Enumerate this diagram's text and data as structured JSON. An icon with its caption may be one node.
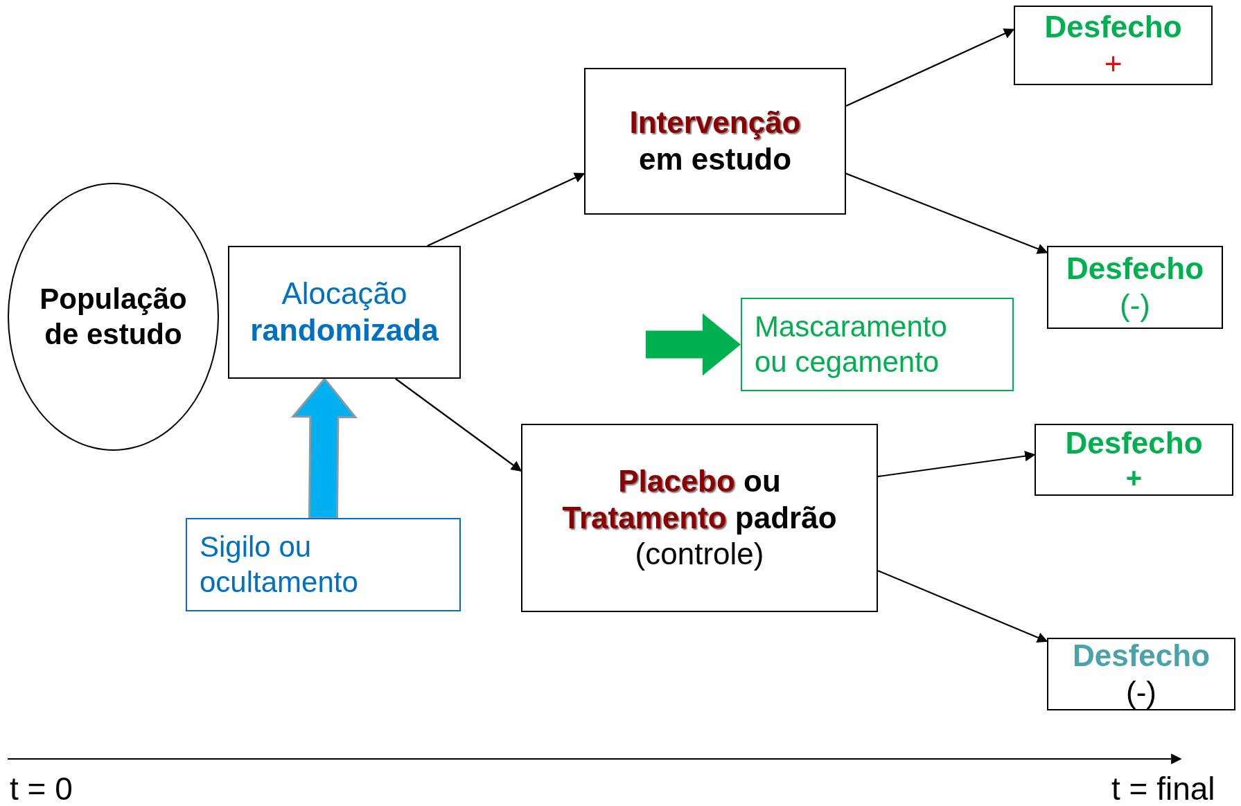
{
  "diagram": {
    "nodes": [
      {
        "text": [
          "População de estudo"
        ]
      },
      {
        "text": [
          "Alocação",
          "randomizada"
        ]
      },
      {
        "text": [
          "**Intervenção** em estudo"
        ]
      },
      {
        "text": [
          "**Placebo** ou **Tratamento** padrão",
          "(controle)"
        ]
      },
      {
        "text": [
          "Desfecho",
          "+"
        ]
      },
      {
        "text": [
          "Desfecho",
          "(-)"
        ]
      },
      {
        "text": [
          "Mascaramento ou cegamento"
        ]
      },
      {
        "text": [
          "Desfecho",
          "+"
        ]
      },
      {
        "text": [
          "Sigilo ou ocultamento"
        ]
      },
      {
        "text": [
          "Desfecho",
          "(-)"
        ]
      }
    ],
    "edges": [
      {
        "from": 1,
        "to": 2,
        "arrow": "to"
      },
      {
        "from": 1,
        "to": 3,
        "arrow": "to"
      },
      {
        "from": 2,
        "to": 4,
        "arrow": "to"
      },
      {
        "from": 2,
        "to": 5,
        "arrow": "to"
      },
      {
        "from": 3,
        "to": 7,
        "arrow": "to"
      },
      {
        "from": 3,
        "to": 9,
        "arrow": "to"
      },
      {
        "from": 8,
        "to": 1,
        "arrow": "to",
        "style": "thick",
        "color": "#00b0f0"
      },
      {
        "from": null,
        "to": 6,
        "arrow": "to",
        "style": "thick",
        "color": "#00b050"
      }
    ],
    "labels": [
      "t = 0",
      "t = final"
    ]
  }
}
